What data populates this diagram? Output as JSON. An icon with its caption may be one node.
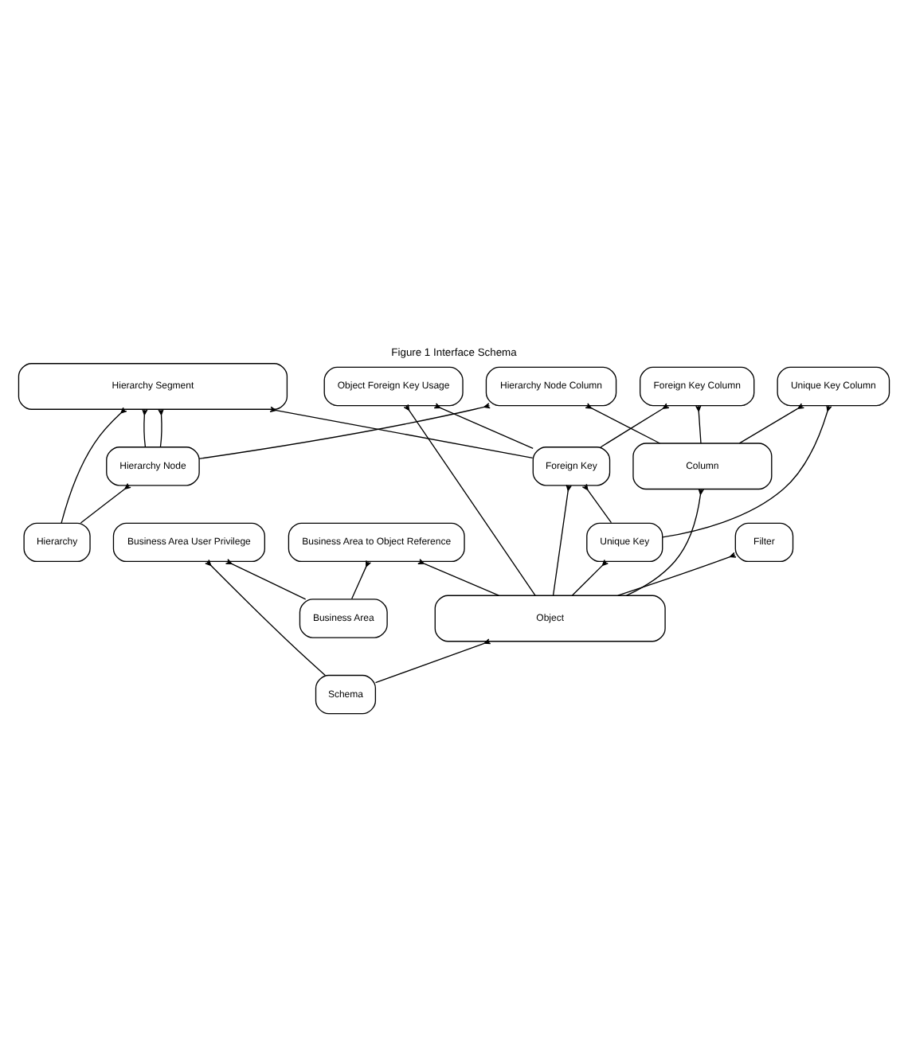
{
  "diagram": {
    "title": "Figure 1 Interface Schema",
    "nodes": [
      {
        "text": [
          "Hierarchy Segment"
        ]
      },
      {
        "text": [
          "Hierarchy Node Column"
        ]
      },
      {
        "text": [
          "Hierarchy Node"
        ]
      },
      {
        "text": [
          "Hierarchy"
        ]
      },
      {
        "text": [
          "Unique Key Column"
        ]
      },
      {
        "text": [
          "Foreign Key Column"
        ]
      },
      {
        "text": [
          "Unique Key"
        ]
      },
      {
        "text": [
          "Filter"
        ]
      },
      {
        "text": [
          "Object Foreign Key Usage"
        ]
      },
      {
        "text": [
          "Foreign Key"
        ]
      },
      {
        "text": [
          "Column"
        ]
      },
      {
        "text": [
          "Object"
        ]
      },
      {
        "text": [
          "Business Area to Object Reference"
        ]
      },
      {
        "text": [
          "Business Area"
        ]
      },
      {
        "text": [
          "Business Area User Privilege"
        ]
      },
      {
        "text": [
          "Schema"
        ]
      }
    ],
    "edges": [
      {
        "from": 2,
        "to": 0,
        "arrow": "other"
      },
      {
        "from": 2,
        "to": 0,
        "arrow": "other"
      },
      {
        "from": 3,
        "to": 0,
        "arrow": "other"
      },
      {
        "from": 9,
        "to": 0,
        "arrow": "other"
      },
      {
        "from": 2,
        "to": 1,
        "arrow": "other"
      },
      {
        "from": 3,
        "to": 2,
        "arrow": "other"
      },
      {
        "from": 10,
        "to": 1,
        "arrow": "other"
      },
      {
        "from": 6,
        "to": 4,
        "arrow": "other"
      },
      {
        "from": 10,
        "to": 4,
        "arrow": "other"
      },
      {
        "from": 9,
        "to": 5,
        "arrow": "other"
      },
      {
        "from": 10,
        "to": 5,
        "arrow": "other"
      },
      {
        "from": 6,
        "to": 9,
        "arrow": "other"
      },
      {
        "from": 9,
        "to": 8,
        "arrow": "other"
      },
      {
        "from": 11,
        "to": 7,
        "arrow": "other"
      },
      {
        "from": 11,
        "to": 8,
        "arrow": "other"
      },
      {
        "from": 11,
        "to": 9,
        "arrow": "other"
      },
      {
        "from": 11,
        "to": 6,
        "arrow": "other"
      },
      {
        "from": 11,
        "to": 10,
        "arrow": "other"
      },
      {
        "from": 11,
        "to": 12,
        "arrow": "other"
      },
      {
        "from": 13,
        "to": 12,
        "arrow": "other"
      },
      {
        "from": 13,
        "to": 14,
        "arrow": "other"
      },
      {
        "from": 15,
        "to": 14,
        "arrow": "other"
      },
      {
        "from": 15,
        "to": 11,
        "arrow": "other"
      }
    ]
  }
}
